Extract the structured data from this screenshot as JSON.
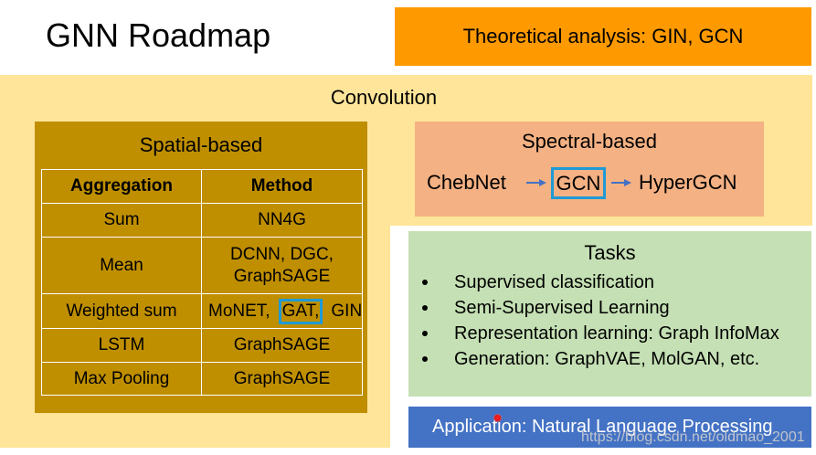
{
  "slide": {
    "title": "GNN Roadmap"
  },
  "theory": {
    "label": "Theoretical analysis: GIN, GCN"
  },
  "convolution": {
    "label": "Convolution"
  },
  "spatial": {
    "title": "Spatial-based",
    "headers": {
      "aggregation": "Aggregation",
      "method": "Method"
    },
    "rows": [
      {
        "aggregation": "Sum",
        "method": "NN4G"
      },
      {
        "aggregation": "Mean",
        "method_lines": [
          "DCNN, DGC,",
          "GraphSAGE"
        ]
      },
      {
        "aggregation": "Weighted sum",
        "method_parts": [
          {
            "text": "MoNET,",
            "highlight": false
          },
          {
            "text": "GAT,",
            "highlight": true
          },
          {
            "text": "GIN",
            "highlight": false
          }
        ]
      },
      {
        "aggregation": "LSTM",
        "method": "GraphSAGE"
      },
      {
        "aggregation": "Max Pooling",
        "method": "GraphSAGE"
      }
    ]
  },
  "spectral": {
    "title": "Spectral-based",
    "methods": [
      {
        "text": "ChebNet",
        "highlight": false
      },
      {
        "text": "GCN",
        "highlight": true
      },
      {
        "text": "HyperGCN",
        "highlight": false
      }
    ],
    "connector_icon": "arrow-right-icon"
  },
  "tasks": {
    "title": "Tasks",
    "bullet_icon": "bullet-icon",
    "items": [
      "Supervised classification",
      "Semi-Supervised Learning",
      "Representation learning: Graph InfoMax",
      "Generation: GraphVAE, MolGAN, etc."
    ]
  },
  "application": {
    "label": "Application: Natural Language Processing"
  },
  "watermark": {
    "text": "https://blog.csdn.net/oldmao_2001"
  },
  "colors": {
    "orange": "#FF9900",
    "yellow": "#FFE599",
    "gold": "#BF8F00",
    "salmon": "#F4B183",
    "green": "#C5E0B4",
    "blue": "#4472C4",
    "highlight": "#1F9AD6"
  }
}
